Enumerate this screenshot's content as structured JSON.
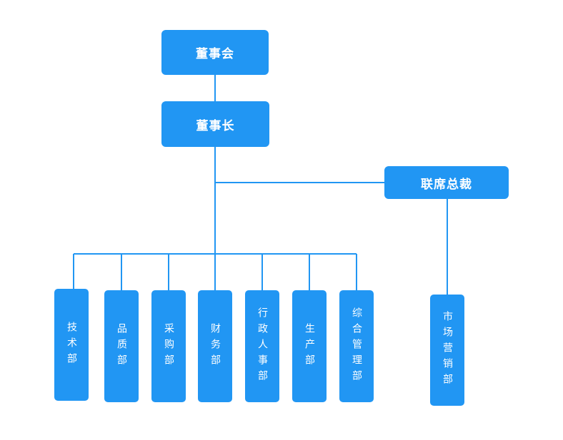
{
  "colors": {
    "node_fill": "#2196F3",
    "connector": "#2196F3",
    "node_text": "#ffffff",
    "background": "#ffffff"
  },
  "nodes": {
    "board": "董事会",
    "chairman": "董事长",
    "ceo": "联席总裁"
  },
  "departments": {
    "tech": "技术部",
    "quality": "品质部",
    "purchasing": "采购部",
    "finance": "财务部",
    "admin_hr": "行政人事部",
    "production": "生产部",
    "general_mgmt": "综合管理部",
    "marketing": "市场营销部"
  }
}
